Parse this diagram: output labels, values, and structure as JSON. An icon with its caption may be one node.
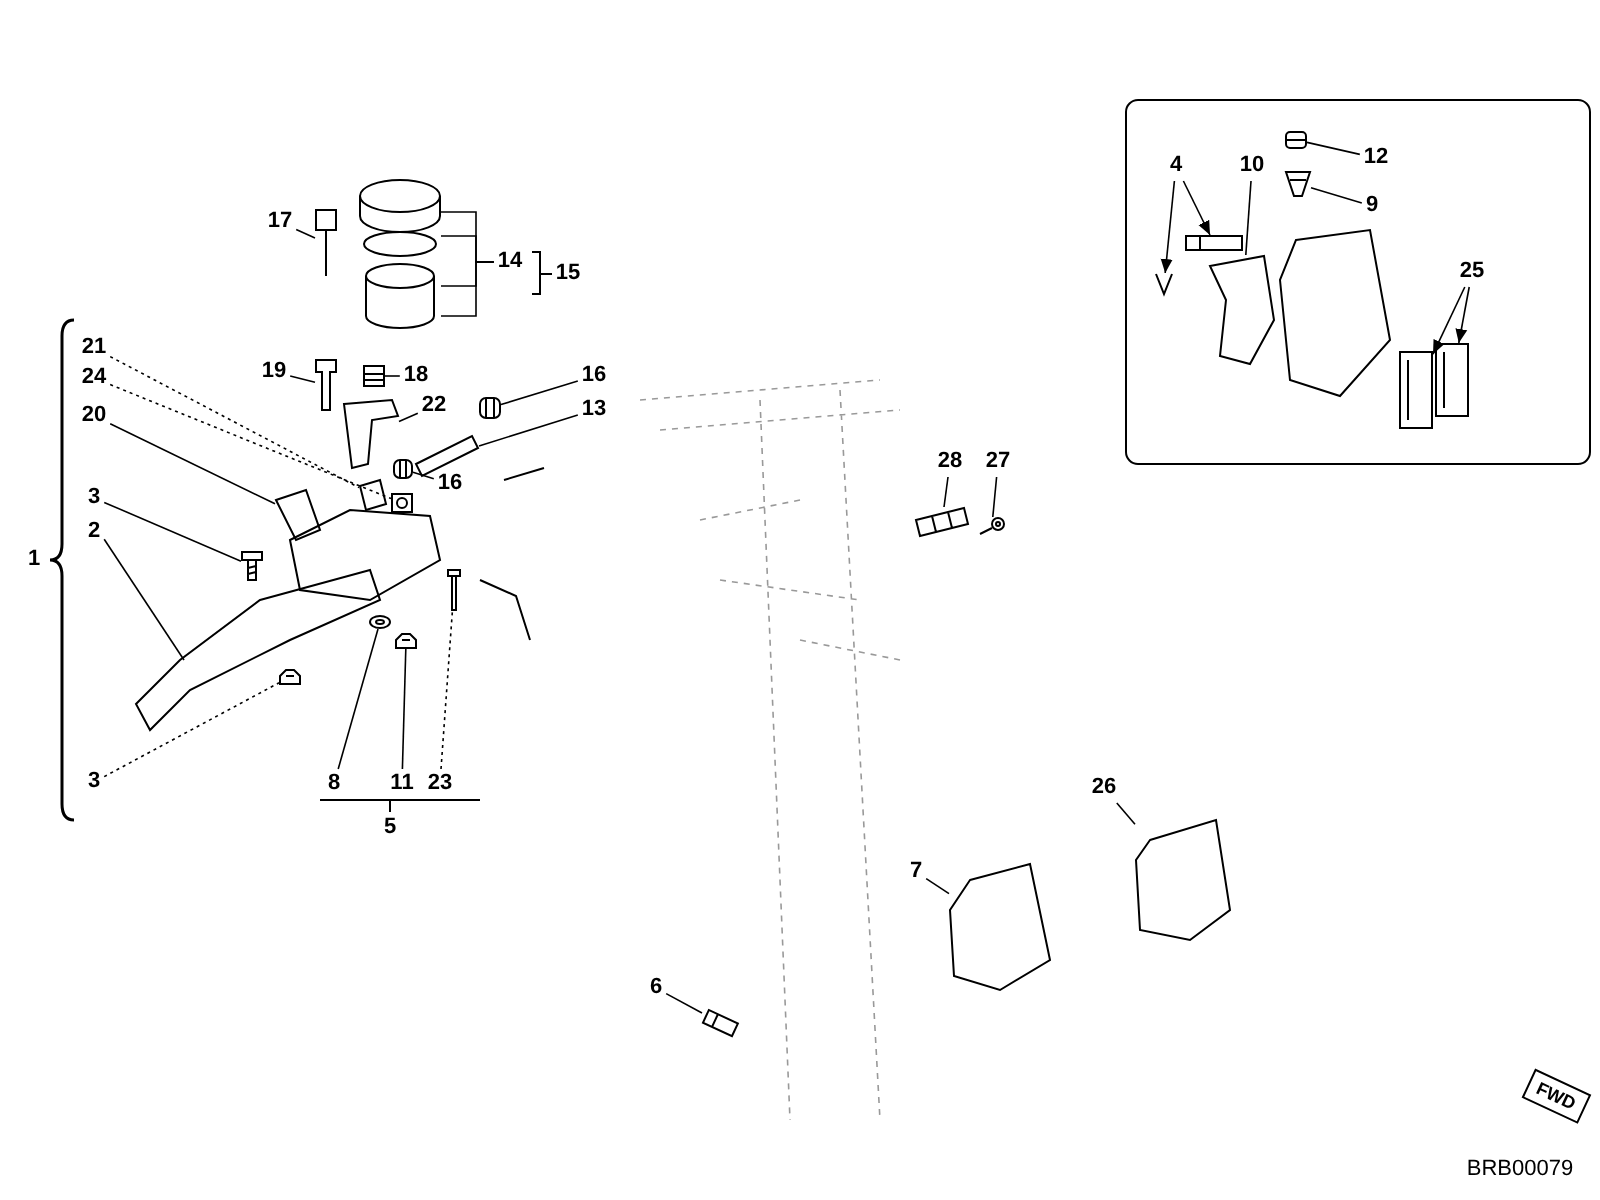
{
  "diagram": {
    "nodes": [
      {
        "text": [
          "17"
        ]
      },
      {
        "text": [
          "14"
        ]
      },
      {
        "text": [
          "19"
        ]
      },
      {
        "text": [
          "18"
        ]
      },
      {
        "text": [
          "16"
        ]
      },
      {
        "text": [
          "13"
        ]
      },
      {
        "text": [
          "22"
        ]
      },
      {
        "text": [
          "21"
        ]
      },
      {
        "text": [
          "24"
        ]
      },
      {
        "text": [
          "20"
        ]
      },
      {
        "text": [
          "16"
        ]
      },
      {
        "text": [
          "3"
        ]
      },
      {
        "text": [
          "2"
        ]
      },
      {
        "text": [
          "3"
        ]
      },
      {
        "text": [
          "8"
        ]
      },
      {
        "text": [
          "11"
        ]
      },
      {
        "text": [
          "23"
        ]
      },
      {
        "text": [
          "28"
        ]
      },
      {
        "text": [
          "27"
        ]
      },
      {
        "text": [
          "7"
        ]
      },
      {
        "text": [
          "26"
        ]
      },
      {
        "text": [
          "6"
        ]
      },
      {
        "text": [
          "4"
        ]
      },
      {
        "text": [
          "10"
        ]
      },
      {
        "text": [
          "12"
        ]
      },
      {
        "text": [
          "9"
        ]
      },
      {
        "text": [
          "25"
        ]
      },
      {
        "text": [
          "FWD"
        ]
      },
      {
        "text": [],
        "shape": "picture"
      },
      {
        "text": [],
        "shape": "picture"
      },
      {
        "text": [],
        "shape": "picture"
      },
      {
        "text": [],
        "shape": "picture"
      },
      {
        "text": [],
        "shape": "picture"
      },
      {
        "text": [],
        "shape": "picture"
      },
      {
        "text": [],
        "shape": "picture"
      },
      {
        "text": [],
        "shape": "picture"
      },
      {
        "text": [],
        "shape": "picture"
      },
      {
        "text": [],
        "shape": "picture"
      },
      {
        "text": [],
        "shape": "picture"
      },
      {
        "text": [],
        "shape": "picture"
      },
      {
        "text": [],
        "shape": "picture"
      },
      {
        "text": [],
        "shape": "picture"
      },
      {
        "text": [],
        "shape": "picture"
      },
      {
        "text": [],
        "shape": "picture"
      },
      {
        "text": [],
        "shape": "picture"
      },
      {
        "text": [],
        "shape": "picture"
      },
      {
        "text": [],
        "shape": "picture"
      },
      {
        "text": [],
        "shape": "picture"
      },
      {
        "text": [],
        "shape": "picture"
      },
      {
        "text": [],
        "shape": "picture"
      },
      {
        "text": [],
        "shape": "picture"
      },
      {
        "text": [],
        "shape": "picture"
      },
      {
        "text": [],
        "shape": "picture"
      },
      {
        "text": [],
        "shape": "picture"
      },
      {
        "text": [],
        "shape": "picture"
      },
      {
        "text": [],
        "shape": "picture"
      },
      {
        "text": [],
        "shape": "picture"
      }
    ],
    "edges": [
      {
        "from": 0,
        "to": 28,
        "arrow": "none"
      },
      {
        "from": 1,
        "to": 29,
        "arrow": "none"
      },
      {
        "from": 1,
        "to": 29,
        "arrow": "none"
      },
      {
        "from": 1,
        "to": 29,
        "arrow": "none"
      },
      {
        "from": 1,
        "to": 29,
        "arrow": "none"
      },
      {
        "from": 2,
        "to": 30,
        "arrow": "none"
      },
      {
        "from": 3,
        "to": 31,
        "arrow": "none"
      },
      {
        "from": 4,
        "to": 32,
        "arrow": "none"
      },
      {
        "from": 5,
        "to": 33,
        "arrow": "none"
      },
      {
        "from": 6,
        "to": 34,
        "arrow": "none"
      },
      {
        "from": 7,
        "to": 35,
        "arrow": "none",
        "style": "dashed"
      },
      {
        "from": 8,
        "to": 36,
        "arrow": "none",
        "style": "dashed"
      },
      {
        "from": 9,
        "to": 37,
        "arrow": "none"
      },
      {
        "from": 10,
        "to": 38,
        "arrow": "none"
      },
      {
        "from": 11,
        "to": 39,
        "arrow": "none"
      },
      {
        "from": 12,
        "to": 40,
        "arrow": "none"
      },
      {
        "from": 13,
        "to": 41,
        "arrow": "none",
        "style": "dashed"
      },
      {
        "from": 14,
        "to": 42,
        "arrow": "none"
      },
      {
        "from": 15,
        "to": 43,
        "arrow": "none"
      },
      {
        "from": 16,
        "to": 44,
        "arrow": "none",
        "style": "dashed"
      },
      {
        "from": 17,
        "to": 45,
        "arrow": "none"
      },
      {
        "from": 18,
        "to": 46,
        "arrow": "none"
      },
      {
        "from": 19,
        "to": 47,
        "arrow": "none"
      },
      {
        "from": 20,
        "to": 48,
        "arrow": "none"
      },
      {
        "from": 21,
        "to": 49,
        "arrow": "none"
      },
      {
        "from": 22,
        "to": 50,
        "arrow": "to"
      },
      {
        "from": 22,
        "to": 51,
        "arrow": "to"
      },
      {
        "from": 23,
        "to": 52,
        "arrow": "none"
      },
      {
        "from": 24,
        "to": 53,
        "arrow": "none"
      },
      {
        "from": 25,
        "to": 54,
        "arrow": "none"
      },
      {
        "from": 26,
        "to": 55,
        "arrow": "to"
      },
      {
        "from": 26,
        "to": 56,
        "arrow": "to"
      }
    ],
    "labels": [
      "15",
      "1",
      "5",
      "BRB00079"
    ]
  }
}
